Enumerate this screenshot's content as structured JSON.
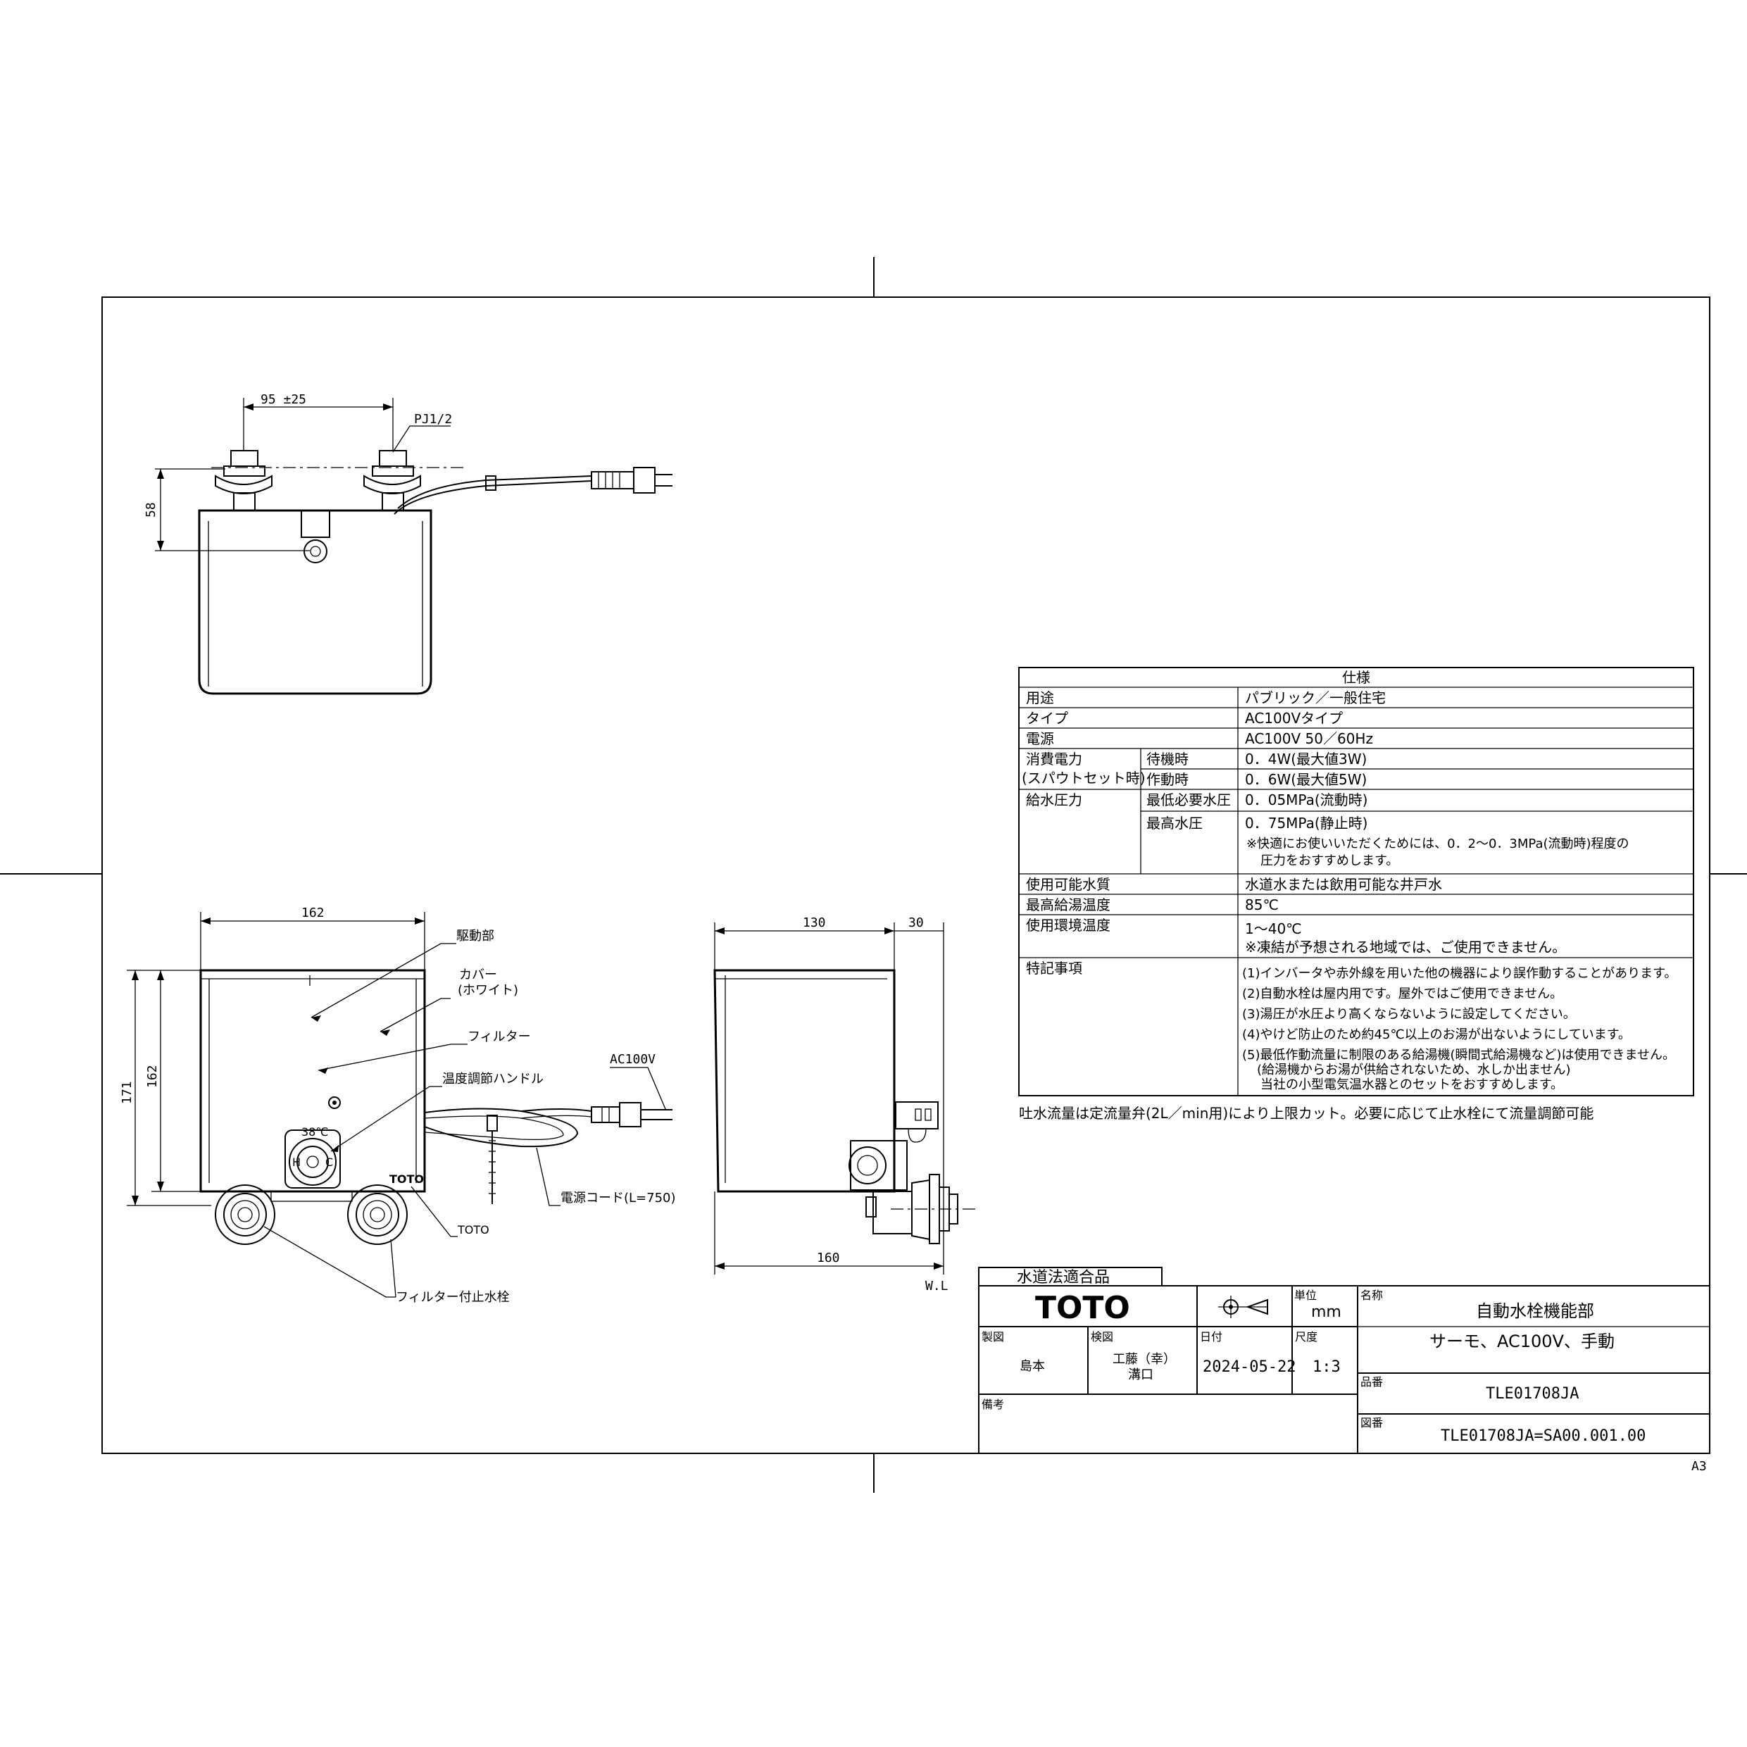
{
  "drawing": {
    "paper_size": "A3",
    "top_view": {
      "dim_pitch": "95 ±25",
      "dim_thread": "PJ1/2",
      "dim_height": "58"
    },
    "front_view": {
      "dim_width": "162",
      "dim_height_body": "162",
      "dim_height_total": "171",
      "label_drive": "駆動部",
      "label_cover_1": "カバー",
      "label_cover_2": "(ホワイト)",
      "label_filter": "フィルター",
      "label_temp_handle": "温度調節ハンドル",
      "label_ac": "AC100V",
      "label_cord": "電源コード(L=750)",
      "label_brand_mark": "TOTO",
      "label_stop_valve": "フィルター付止水栓",
      "dial_temp": "38℃",
      "dial_h": "H",
      "dial_c": "C"
    },
    "side_view": {
      "dim_depth": "130",
      "dim_offset": "30",
      "dim_bottom": "160",
      "label_wall": "W.L"
    }
  },
  "spec_table": {
    "title": "仕様",
    "rows": [
      {
        "label": "用途",
        "sub": "",
        "value": "パブリック／一般住宅"
      },
      {
        "label": "タイプ",
        "sub": "",
        "value": "AC100Vタイプ"
      },
      {
        "label": "電源",
        "sub": "",
        "value": "AC100V 50／60Hz"
      },
      {
        "label": "消費電力",
        "sub": "待機時",
        "value": "0．4W(最大値3W)"
      },
      {
        "label": "(スパウトセット時)",
        "sub": "作動時",
        "value": "0．6W(最大値5W)"
      },
      {
        "label": "給水圧力",
        "sub": "最低必要水圧",
        "value": "0．05MPa(流動時)"
      },
      {
        "label": "",
        "sub": "最高水圧",
        "value": "0．75MPa(静止時)"
      },
      {
        "label": "",
        "sub": "",
        "value": "※快適にお使いいただくためには、0．2〜0．3MPa(流動時)程度の"
      },
      {
        "label": "",
        "sub": "",
        "value": "圧力をおすすめします。"
      },
      {
        "label": "使用可能水質",
        "sub": "",
        "value": "水道水または飲用可能な井戸水"
      },
      {
        "label": "最高給湯温度",
        "sub": "",
        "value": "85℃"
      },
      {
        "label": "使用環境温度",
        "sub": "",
        "value": "1〜40℃"
      },
      {
        "label": "",
        "sub": "",
        "value": "※凍結が予想される地域では、ご使用できません。"
      },
      {
        "label": "特記事項",
        "sub": "",
        "value": "(1)インバータや赤外線を用いた他の機器により誤作動することがあります。"
      },
      {
        "label": "",
        "sub": "",
        "value": "(2)自動水栓は屋内用です。屋外ではご使用できません。"
      },
      {
        "label": "",
        "sub": "",
        "value": "(3)湯圧が水圧より高くならないように設定してください。"
      },
      {
        "label": "",
        "sub": "",
        "value": "(4)やけど防止のため約45℃以上のお湯が出ないようにしています。"
      },
      {
        "label": "",
        "sub": "",
        "value": "(5)最低作動流量に制限のある給湯機(瞬間式給湯機など)は使用できません。"
      },
      {
        "label": "",
        "sub": "",
        "value": "(給湯機からお湯が供給されないため、水しか出ません)"
      },
      {
        "label": "",
        "sub": "",
        "value": "当社の小型電気温水器とのセットをおすすめします。"
      }
    ],
    "footnote": "吐水流量は定流量弁(2L／min用)により上限カット。必要に応じて止水栓にて流量調節可能"
  },
  "title_block": {
    "certification": "水道法適合品",
    "logo": "TOTO",
    "unit_label": "単位",
    "unit_value": "mm",
    "name_label": "名称",
    "name_line1": "自動水栓機能部",
    "name_line2": "サーモ、AC100V、手動",
    "drawn_label": "製図",
    "drawn_value": "島本",
    "checked_label": "検図",
    "checked_value1": "工藤（幸）",
    "checked_value2": "溝口",
    "date_label": "日付",
    "date_value": "2024-05-22",
    "scale_label": "尺度",
    "scale_value": "1:3",
    "part_label": "品番",
    "part_value": "TLE01708JA",
    "drawing_no_label": "図番",
    "drawing_no_value": "TLE01708JA=SA00.001.00",
    "remarks_label": "備考"
  }
}
